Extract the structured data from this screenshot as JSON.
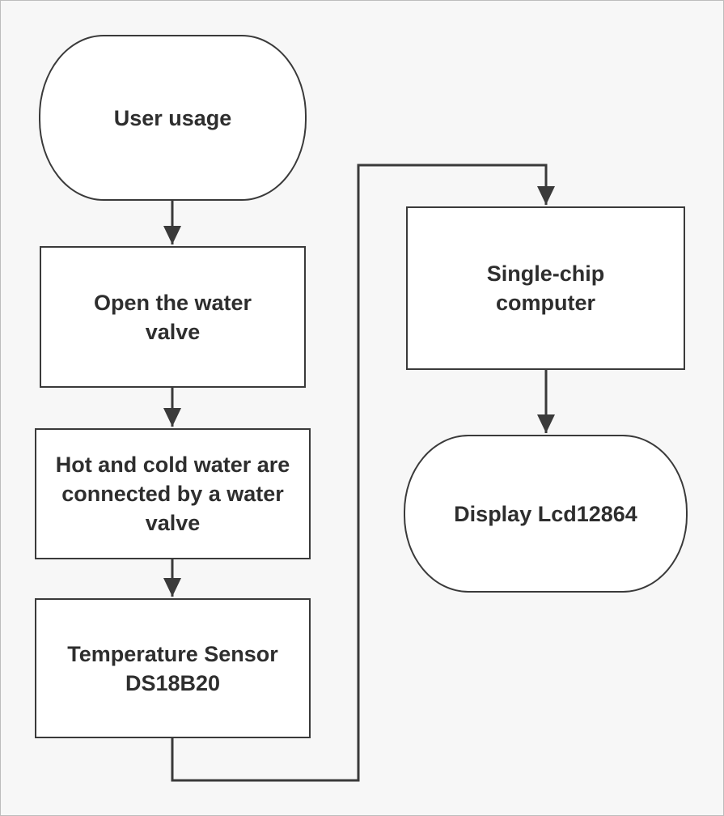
{
  "flowchart": {
    "nodes": [
      {
        "id": "user-usage",
        "shape": "terminal",
        "label": "User usage"
      },
      {
        "id": "open-valve",
        "shape": "process",
        "label": "Open the water valve"
      },
      {
        "id": "hot-cold",
        "shape": "process",
        "label": "Hot and cold water are connected by a water valve"
      },
      {
        "id": "temp-sensor",
        "shape": "process",
        "label": "Temperature Sensor DS18B20"
      },
      {
        "id": "single-chip",
        "shape": "process",
        "label": "Single-chip computer"
      },
      {
        "id": "display",
        "shape": "terminal",
        "label": "Display Lcd12864"
      }
    ],
    "edges": [
      {
        "from": "user-usage",
        "to": "open-valve"
      },
      {
        "from": "open-valve",
        "to": "hot-cold"
      },
      {
        "from": "hot-cold",
        "to": "temp-sensor"
      },
      {
        "from": "temp-sensor",
        "to": "single-chip"
      },
      {
        "from": "single-chip",
        "to": "display"
      }
    ]
  },
  "colors": {
    "background": "#f7f7f7",
    "node_fill": "#ffffff",
    "stroke": "#3a3a3a",
    "text": "#2e2e2e"
  }
}
